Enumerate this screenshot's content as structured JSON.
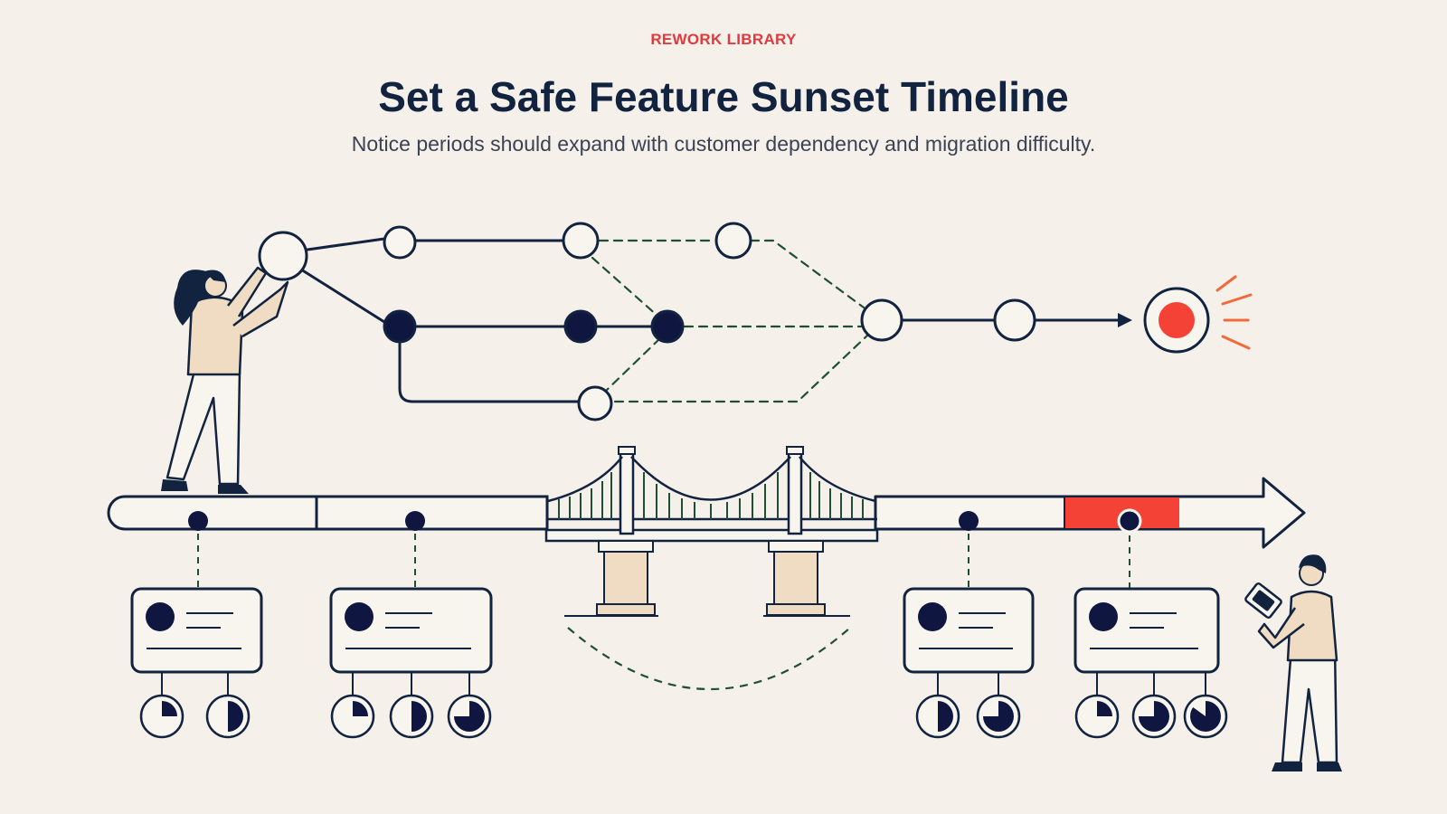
{
  "header": {
    "eyebrow": "REWORK LIBRARY",
    "title": "Set a Safe Feature Sunset Timeline",
    "subtitle": "Notice periods should expand with customer dependency and migration difficulty."
  },
  "colors": {
    "background": "#f5f1ea",
    "ink": "#12233f",
    "node_fill": "#0f1740",
    "accent": "#f44336",
    "dashed_path": "#1f4f33",
    "skin": "#f0dcc2"
  },
  "icons": [
    "target-icon",
    "bridge-icon",
    "card-icon",
    "pie-gauge-icon",
    "tablet-icon"
  ],
  "gauges": [
    [
      0.25,
      0.5
    ],
    [
      0.25,
      0.5,
      0.75
    ],
    [
      0.5,
      0.75
    ],
    [
      0.25,
      0.75,
      0.85
    ]
  ]
}
